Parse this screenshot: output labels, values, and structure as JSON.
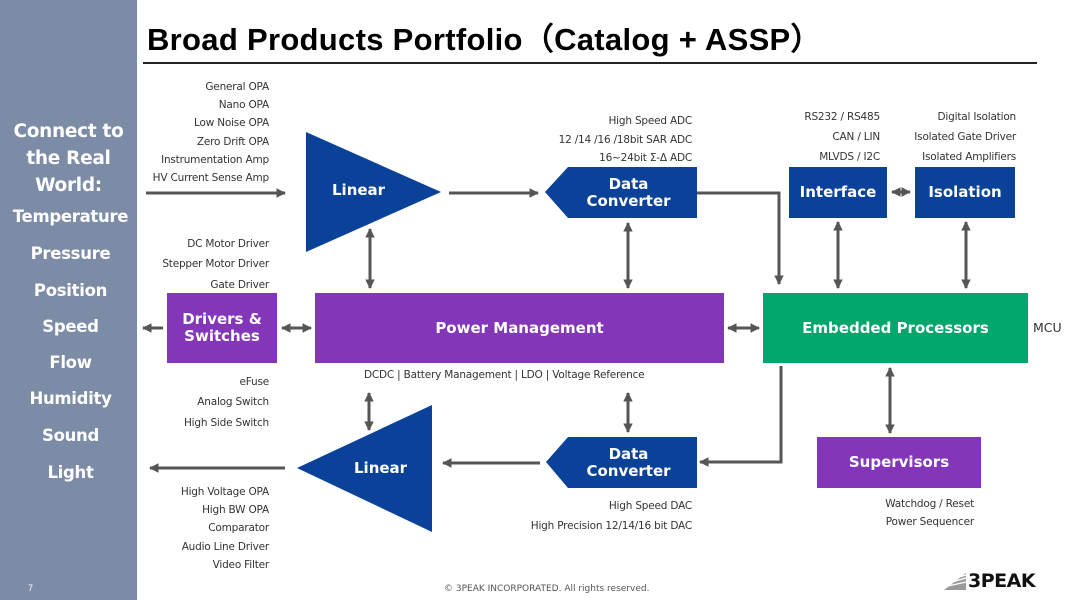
{
  "sidebar": {
    "heading": [
      "Connect to",
      "the Real",
      "World:"
    ],
    "items": [
      "Temperature",
      "Pressure",
      "Position",
      "Speed",
      "Flow",
      "Humidity",
      "Sound",
      "Light"
    ],
    "page_number": "7"
  },
  "title": "Broad Products Portfolio（Catalog + ASSP）",
  "blocks": {
    "linear_top": {
      "label": "Linear",
      "products": [
        "General OPA",
        "Nano OPA",
        "Low Noise OPA",
        "Zero Drift OPA",
        "Instrumentation Amp",
        "HV Current Sense Amp"
      ]
    },
    "adc": {
      "label_line1": "Data",
      "label_line2": "Converter",
      "products": [
        "High Speed ADC",
        "12 /14 /16 /18bit SAR ADC",
        "16~24bit Σ-Δ ADC"
      ]
    },
    "interface": {
      "label": "Interface",
      "products": [
        "RS232 / RS485",
        "CAN / LIN",
        "MLVDS / I2C"
      ]
    },
    "isolation": {
      "label": "Isolation",
      "products": [
        "Digital Isolation",
        "Isolated Gate Driver",
        "Isolated Amplifiers"
      ]
    },
    "drivers": {
      "label_line1": "Drivers &",
      "label_line2": "Switches",
      "products_above": [
        "DC Motor Driver",
        "Stepper Motor Driver",
        "Gate Driver"
      ],
      "products_below": [
        "eFuse",
        "Analog Switch",
        "High Side Switch"
      ]
    },
    "power": {
      "label": "Power Management",
      "products": "DCDC | Battery Management | LDO | Voltage Reference"
    },
    "embedded": {
      "label": "Embedded Processors",
      "side_label": "MCU"
    },
    "linear_bottom": {
      "label": "Linear",
      "products": [
        "High Voltage OPA",
        "High BW OPA",
        "Comparator",
        "Audio Line Driver",
        "Video Filter"
      ]
    },
    "dac": {
      "label_line1": "Data",
      "label_line2": "Converter",
      "products": [
        "High Speed DAC",
        "High Precision 12/14/16 bit DAC"
      ]
    },
    "supervisors": {
      "label": "Supervisors",
      "products": [
        "Watchdog / Reset",
        "Power Sequencer"
      ]
    }
  },
  "colors": {
    "sidebar": "#7c8ba6",
    "blue": "#0b4299",
    "purple": "#8436b8",
    "green": "#00a66c",
    "arrow": "#555555"
  },
  "footer": {
    "copyright": "© 3PEAK INCORPORATED. All rights reserved.",
    "logo": "3PEAK"
  }
}
